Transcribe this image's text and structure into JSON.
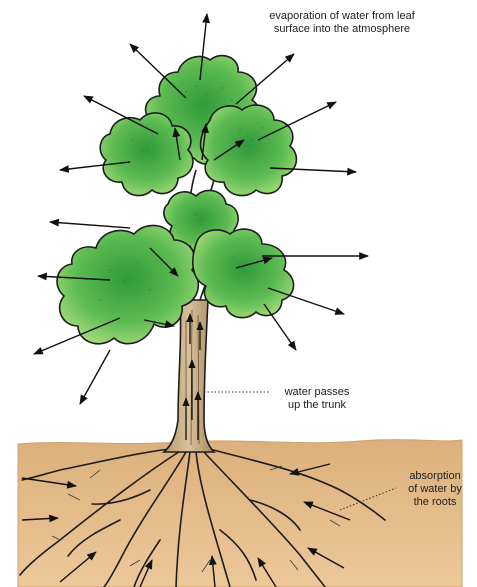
{
  "labels": {
    "evaporation": {
      "line1": "evaporation of water from leaf",
      "line2": "surface into the atmosphere"
    },
    "trunk": {
      "line1": "water passes",
      "line2": "up the trunk"
    },
    "roots": {
      "line1": "absorption",
      "line2": "of water by",
      "line3": "the roots"
    }
  },
  "colors": {
    "soil": "#e3bb88",
    "soil_edge": "#cfa06a",
    "trunk": "#c9ad84",
    "bark_line": "#6b5436",
    "leaf_dark": "#2f9a3a",
    "leaf_light": "#a5dc7a",
    "outline": "#1d1d1d",
    "arrow": "#111111"
  }
}
